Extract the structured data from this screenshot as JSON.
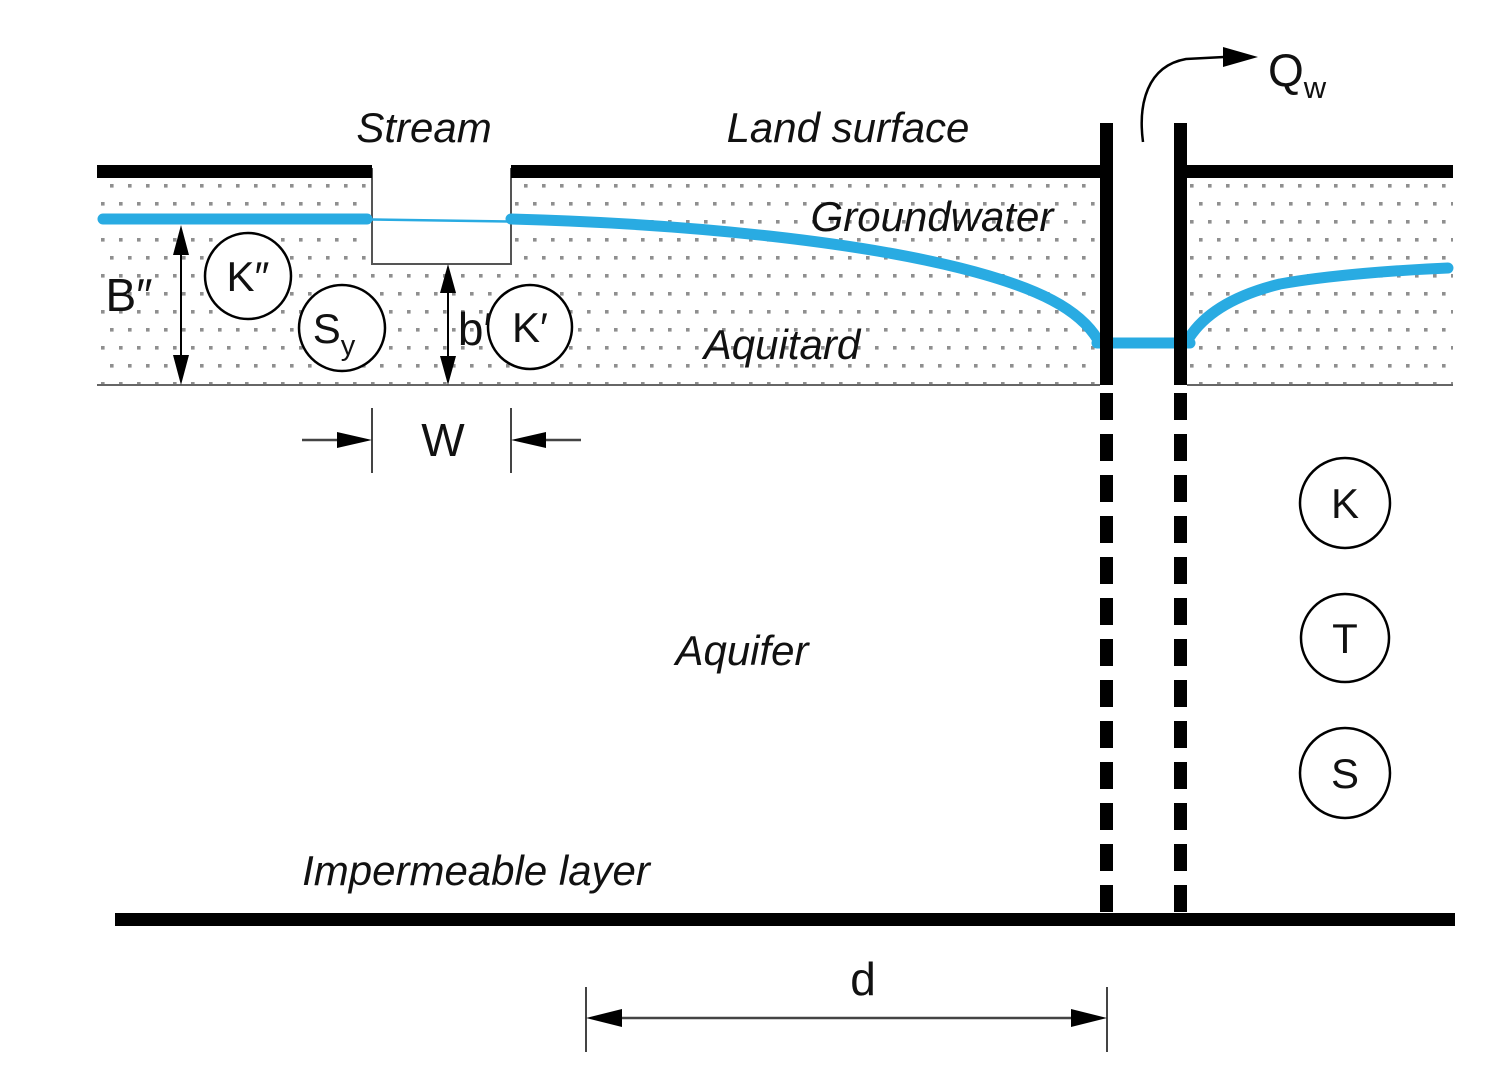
{
  "diagram": {
    "description": "Cross-section schematic of a pumping well near a stream: aquitard with water table, aquifer, impermeable layer",
    "colors": {
      "water_blue": "#29ABE2",
      "line_black": "#000000",
      "thin_gray": "#555555",
      "stipple_gray": "#8f8f8f"
    },
    "labels": {
      "stream": "Stream",
      "land_surface": "Land surface",
      "groundwater": "Groundwater",
      "aquitard": "Aquitard",
      "aquifer": "Aquifer",
      "impermeable_layer": "Impermeable layer",
      "well_discharge_main": "Q",
      "well_discharge_sub": "w"
    },
    "dimensions": {
      "aquitard_saturated_thickness": "B″",
      "stream_bed_thickness": "b′",
      "stream_width": "W",
      "well_distance": "d"
    },
    "parameters": {
      "streambed_conductivity": "K″",
      "specific_yield_main": "S",
      "specific_yield_sub": "y",
      "aquitard_conductivity": "K′",
      "aquifer_conductivity": "K",
      "transmissivity": "T",
      "storativity": "S"
    }
  }
}
